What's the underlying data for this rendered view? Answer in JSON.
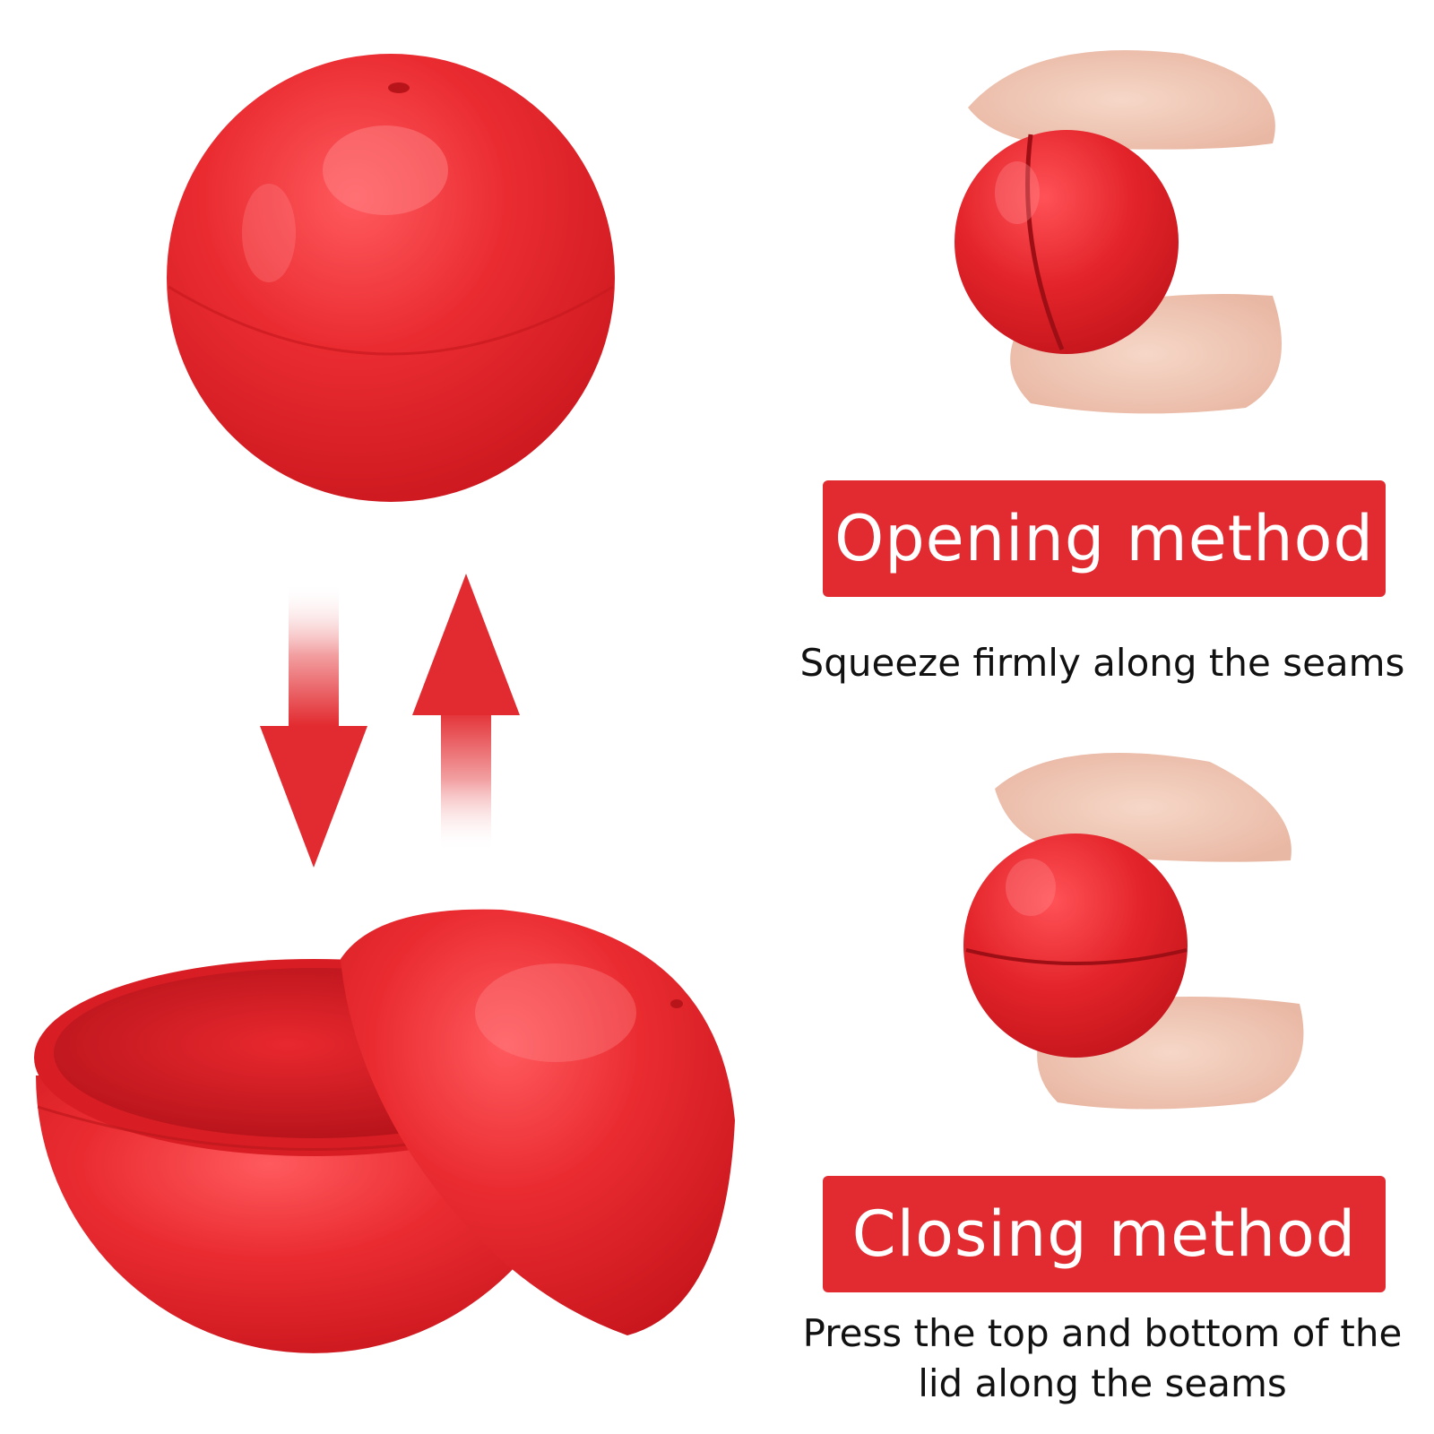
{
  "sections": {
    "opening": {
      "title": "Opening method",
      "caption": "Squeeze firmly along the seams"
    },
    "closing": {
      "title": "Closing method",
      "caption_line1": "Press the top and bottom of the",
      "caption_line2": "lid along the seams"
    }
  },
  "colors": {
    "ball_red": "#e22b30",
    "label_red": "#e22b30",
    "label_text": "#ffffff",
    "caption_text": "#111111"
  },
  "icons": {
    "down_arrow": "down-arrow-icon",
    "up_arrow": "up-arrow-icon"
  }
}
